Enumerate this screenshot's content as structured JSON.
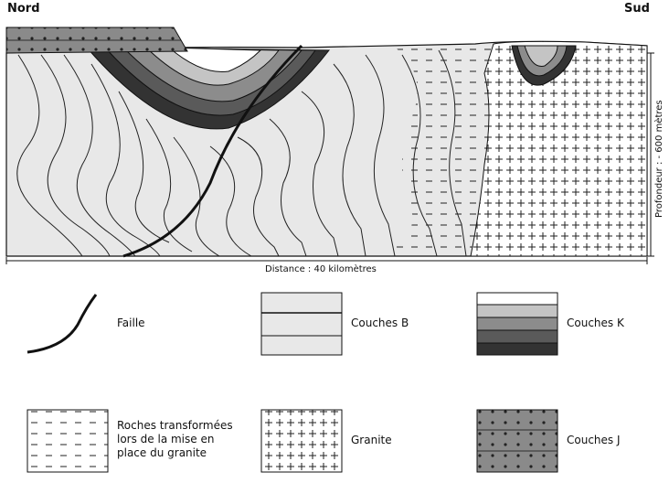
{
  "header": {
    "north": "Nord",
    "south": "Sud"
  },
  "scale": {
    "distance": "Distance : 40 kilomètres",
    "depth": "Profondeur : - 600 mètres"
  },
  "legend": {
    "fault": "Faille",
    "layers_b": "Couches B",
    "layers_k": "Couches K",
    "transformed": "Roches transformées lors de la mise en place du granite",
    "granite": "Granite",
    "layers_j": "Couches J"
  },
  "colors": {
    "layers_b": "#e8e8e8",
    "k_1": "#ffffff",
    "k_2": "#c4c4c4",
    "k_3": "#8c8c8c",
    "k_4": "#5a5a5a",
    "k_5": "#333333",
    "layers_j": "#8a8a8a"
  }
}
